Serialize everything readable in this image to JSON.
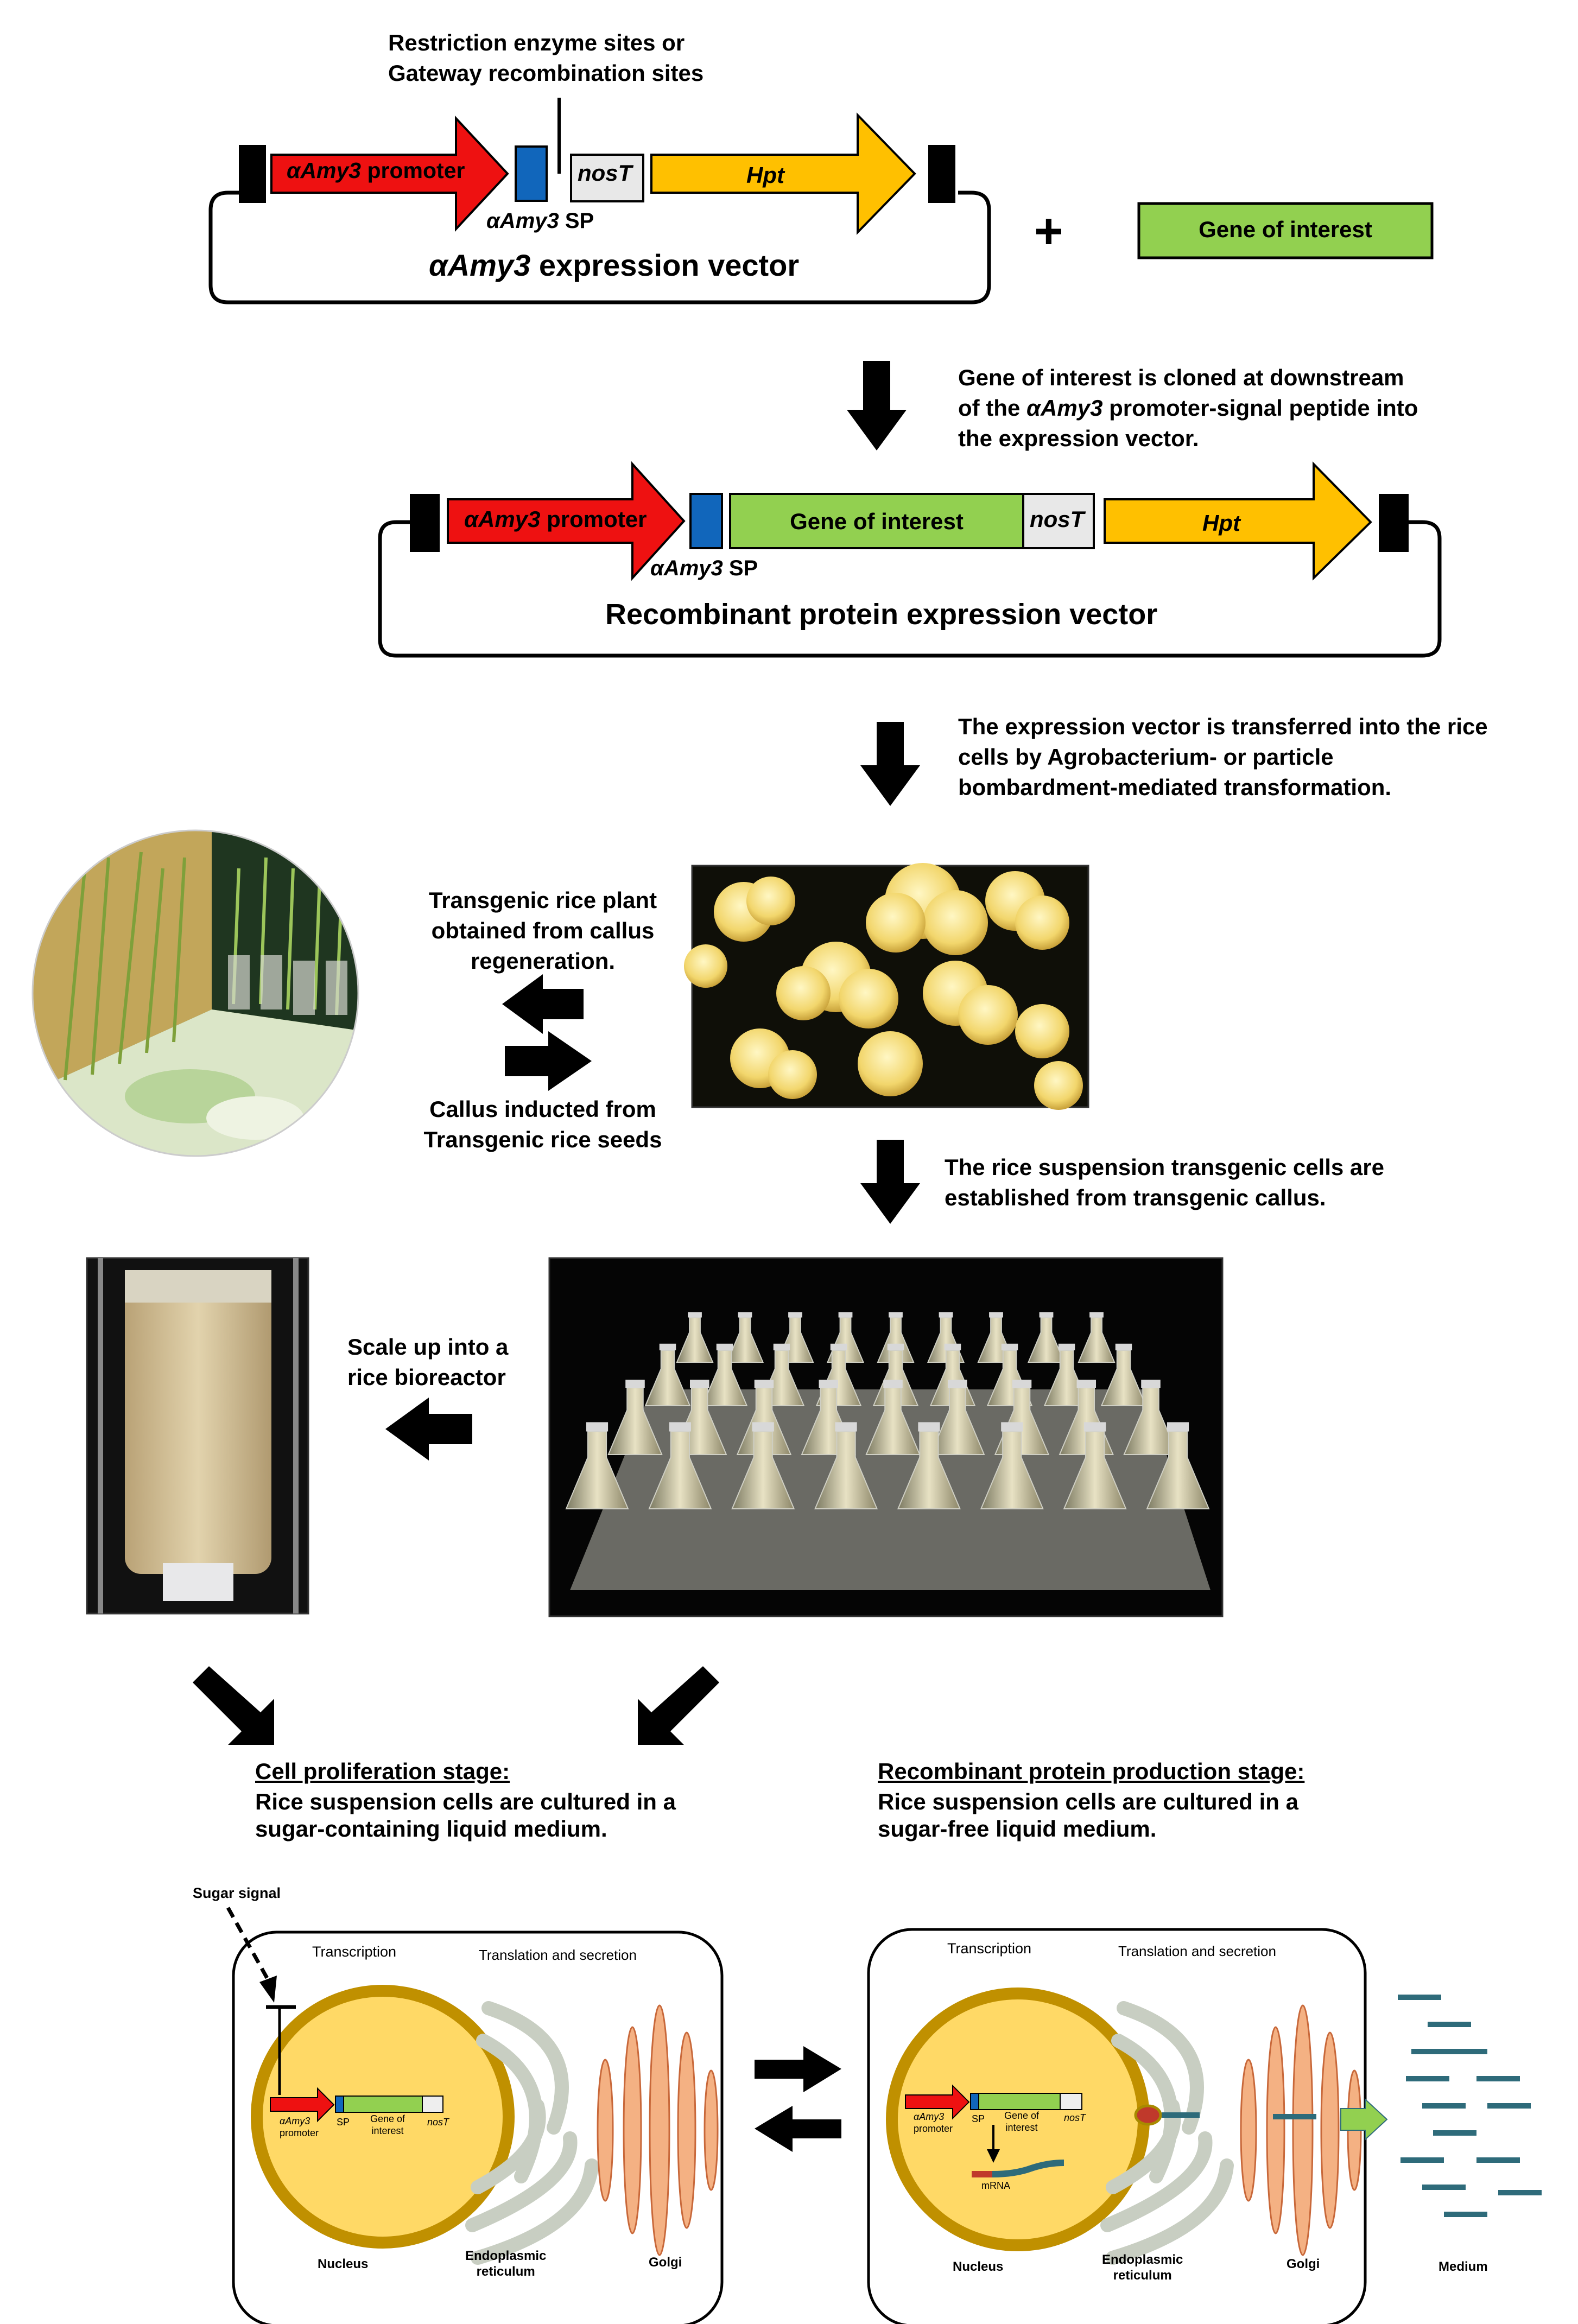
{
  "vector1": {
    "title_italic": "αAmy3",
    "title_rest": "expression vector",
    "promoter_italic": "αAmy3",
    "promoter_rest": "promoter",
    "sp_italic": "αAmy3",
    "sp_rest": "SP",
    "terminator": "nosT",
    "marker": "Hpt",
    "sites_label_line1": "Restriction enzyme sites or",
    "sites_label_line2": "Gateway recombination sites"
  },
  "plus_sign": "+",
  "gene_box": "Gene of interest",
  "step1": {
    "line1": "Gene of interest is cloned at downstream",
    "line2_pre": "of the ",
    "line2_italic": "αAmy3",
    "line2_post": " promoter-signal peptide into",
    "line3": "the expression vector."
  },
  "vector2": {
    "title": "Recombinant protein expression vector",
    "promoter_italic": "αAmy3",
    "promoter_rest": "promoter",
    "sp_italic": "αAmy3",
    "sp_rest": "SP",
    "gene": "Gene of interest",
    "terminator": "nosT",
    "marker": "Hpt"
  },
  "step2": {
    "line1": "The expression vector is transferred into the rice",
    "line2": "cells by Agrobacterium- or particle",
    "line3": "bombardment-mediated transformation."
  },
  "regen": {
    "line1": "Transgenic rice plant",
    "line2": "obtained from callus",
    "line3": "regeneration."
  },
  "callus": {
    "line1": "Callus inducted from",
    "line2": "Transgenic rice seeds"
  },
  "step3": {
    "line1": "The rice suspension transgenic cells are",
    "line2": "established from transgenic callus."
  },
  "scaleup": {
    "line1": "Scale up into a",
    "line2": "rice bioreactor"
  },
  "stage_left": {
    "title": "Cell proliferation stage:",
    "line1": "Rice suspension cells are cultured in a",
    "line2": "sugar-containing liquid medium."
  },
  "stage_right": {
    "title": "Recombinant protein production stage:",
    "line1": "Rice suspension cells are cultured in a",
    "line2": "sugar-free liquid medium."
  },
  "cell_left": {
    "sugar_signal": "Sugar signal",
    "transcription": "Transcription",
    "translation": "Translation and secretion",
    "promoter_italic": "αAmy3",
    "promoter_rest": "promoter",
    "sp": "SP",
    "gene_line1": "Gene of",
    "gene_line2": "interest",
    "terminator": "nosT",
    "nucleus": "Nucleus",
    "er_line1": "Endoplasmic",
    "er_line2": "reticulum",
    "golgi": "Golgi"
  },
  "cell_right": {
    "transcription": "Transcription",
    "translation": "Translation and secretion",
    "promoter_italic": "αAmy3",
    "promoter_rest": "promoter",
    "sp": "SP",
    "gene_line1": "Gene of",
    "gene_line2": "interest",
    "terminator": "nosT",
    "mrna": "mRNA",
    "nucleus": "Nucleus",
    "er_line1": "Endoplasmic",
    "er_line2": "reticulum",
    "golgi": "Golgi",
    "medium": "Medium"
  },
  "colors": {
    "promoter": "#ee1111",
    "signal_peptide": "#1166bb",
    "gene": "#92d050",
    "terminator": "#e8e8e8",
    "marker": "#ffc000",
    "nucleus_fill": "#ffd966",
    "nucleus_ring": "#c09000",
    "er": "#c8cec2",
    "golgi": "#f4b183",
    "protein": "#2e6b7a"
  }
}
